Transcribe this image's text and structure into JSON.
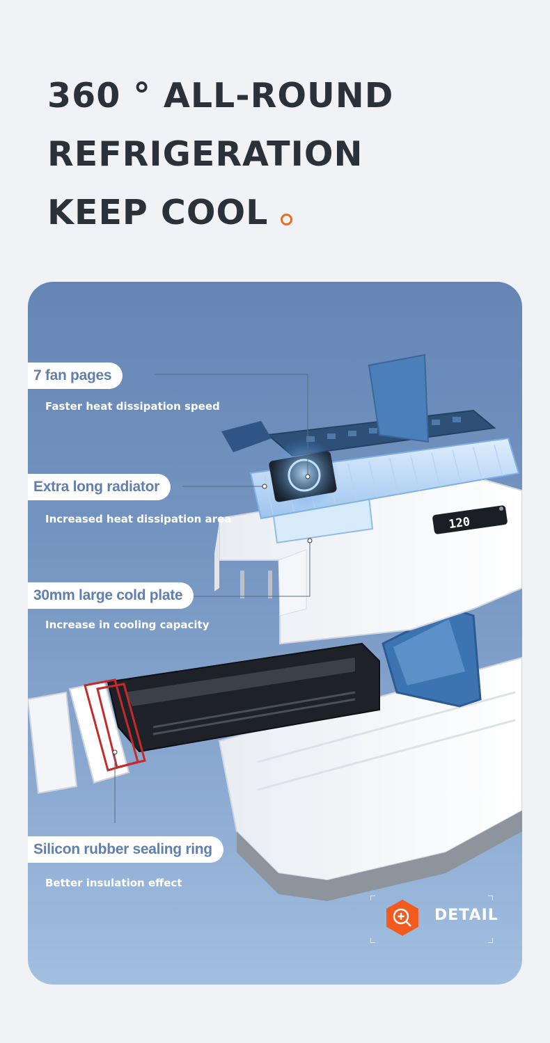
{
  "headline": {
    "line1": "360 ° ALL-ROUND",
    "line2": "REFRIGERATION",
    "line3": "KEEP COOL"
  },
  "features": [
    {
      "title": "7 fan pages",
      "desc": "Faster heat dissipation speed"
    },
    {
      "title": "Extra long radiator",
      "desc": "Increased heat dissipation area"
    },
    {
      "title": "30mm large cold plate",
      "desc": "Increase in cooling capacity"
    },
    {
      "title": "Silicon rubber sealing ring",
      "desc": "Better insulation effect"
    }
  ],
  "display_readout": "120",
  "detail": {
    "label": "DETAIL",
    "icon": "zoom-in-icon"
  },
  "colors": {
    "accent": "#f36a1d",
    "label_text": "#5f7fad",
    "card_top": "#6586b5",
    "card_bottom": "#a2bfe0"
  }
}
